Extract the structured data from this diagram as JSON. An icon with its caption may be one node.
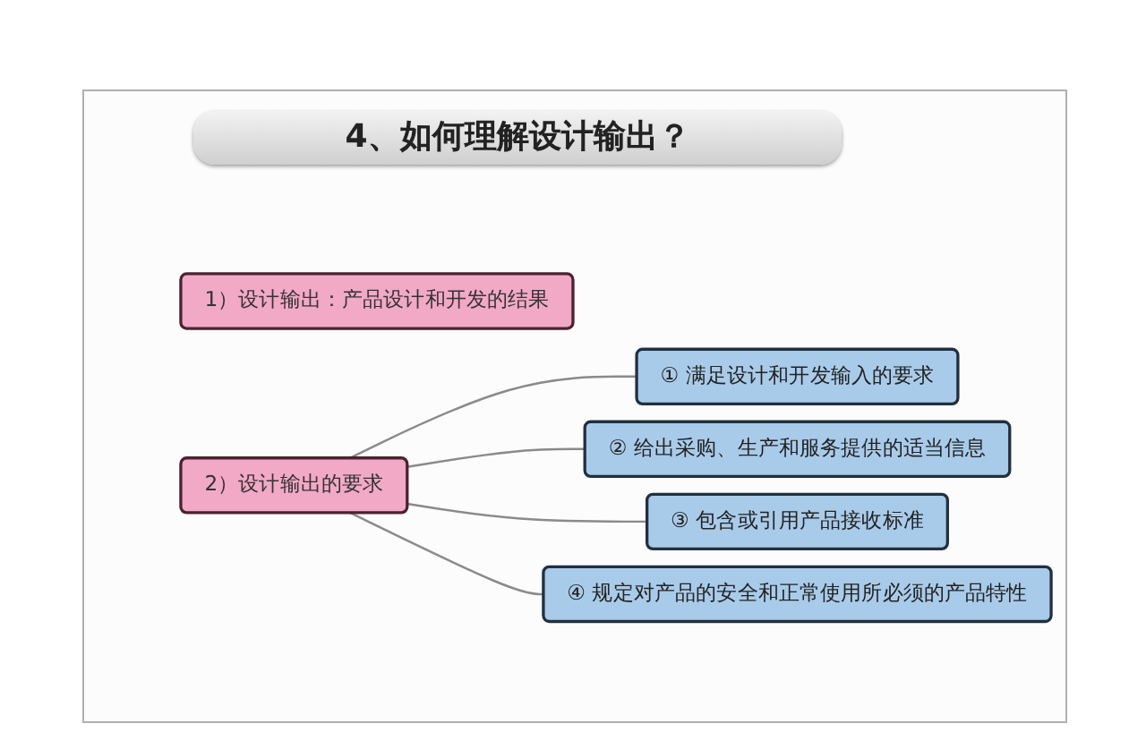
{
  "diagram": {
    "title": "4、如何理解设计输出？",
    "nodes": [
      {
        "text": [
          "1）设计输出：产品设计和开发的结果"
        ]
      },
      {
        "text": [
          "2）设计输出的要求"
        ]
      },
      {
        "text": [
          "① 满足设计和开发输入的要求"
        ]
      },
      {
        "text": [
          "② 给出采购、生产和服务提供的适当信息"
        ]
      },
      {
        "text": [
          "③ 包含或引用产品接收标准"
        ]
      },
      {
        "text": [
          "④ 规定对产品的安全和正常使用所必须的产品特性"
        ]
      }
    ],
    "edges": [
      {
        "from": 1,
        "to": 2,
        "arrow": "none"
      },
      {
        "from": 1,
        "to": 3,
        "arrow": "none"
      },
      {
        "from": 1,
        "to": 4,
        "arrow": "none"
      },
      {
        "from": 1,
        "to": 5,
        "arrow": "none"
      }
    ]
  }
}
